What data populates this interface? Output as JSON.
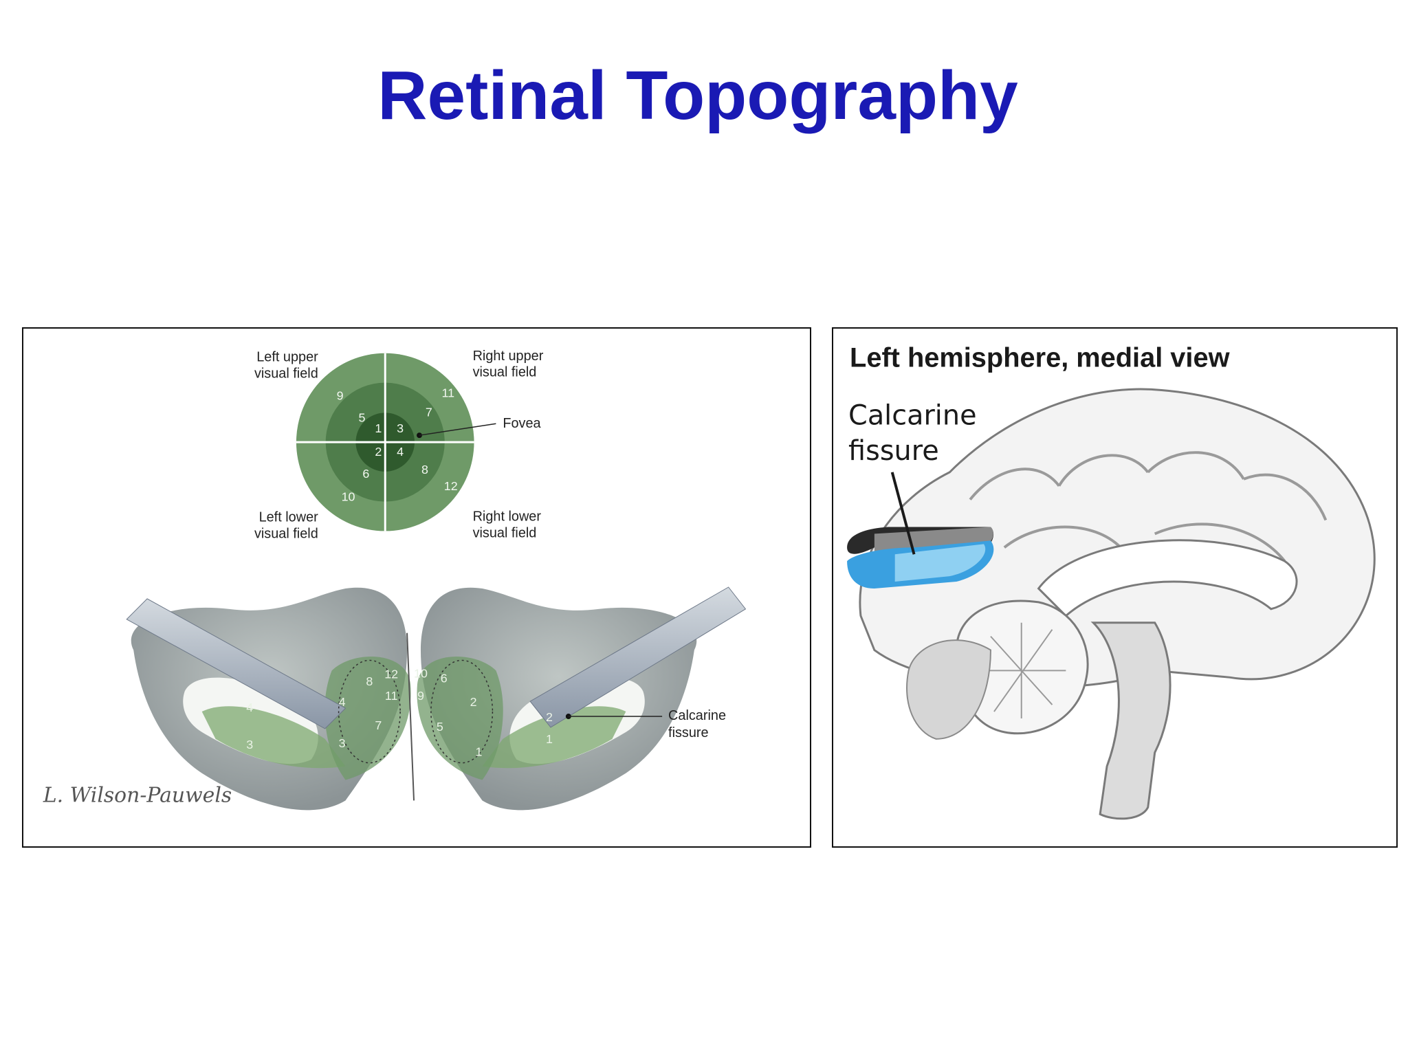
{
  "title": "Retinal Topography",
  "left_figure": {
    "quadrant_labels": {
      "left_upper": [
        "Left upper",
        "visual field"
      ],
      "right_upper": [
        "Right upper",
        "visual field"
      ],
      "left_lower": [
        "Left lower",
        "visual field"
      ],
      "right_lower": [
        "Right lower",
        "visual field"
      ]
    },
    "fovea_label": "Fovea",
    "calcarine_label": [
      "Calcarine",
      "fissure"
    ],
    "signature": "L. Wilson-Pauwels",
    "field_numbers": [
      "1",
      "2",
      "3",
      "4",
      "5",
      "6",
      "7",
      "8",
      "9",
      "10",
      "11",
      "12"
    ],
    "left_lobe_numbers": [
      "4",
      "3",
      "4",
      "8",
      "12",
      "11",
      "7",
      "3"
    ],
    "right_lobe_numbers": [
      "10",
      "9",
      "6",
      "2",
      "5",
      "1",
      "2",
      "1"
    ],
    "colors": {
      "light_green": "#6f9a68",
      "mid_green": "#4f7d4b",
      "dark_green": "#2f5a2d"
    }
  },
  "right_figure": {
    "title": "Left hemisphere, medial view",
    "calcarine_label": [
      "Calcarine",
      "fissure"
    ],
    "colors": {
      "blue": "#3aa0e0",
      "light_blue": "#8fd0f2",
      "dark": "#2a2a2a",
      "gray": "#8a8a8a"
    }
  }
}
